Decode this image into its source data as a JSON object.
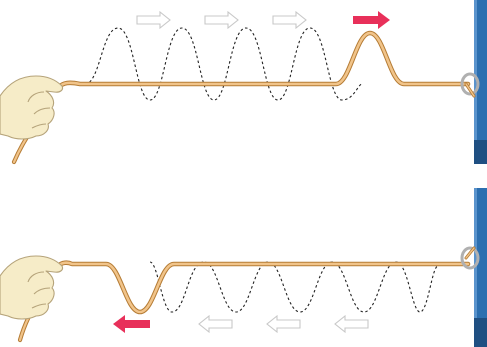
{
  "panels": [
    {
      "id": "incident",
      "pulse_direction": "right",
      "colors": {
        "rope": "#e8b26b",
        "rope_outline": "#b57c35",
        "active_arrow": "#e8305a",
        "ghost_arrow": "#c8c8c8",
        "wall": "#2c6fb0",
        "wall_edge": "#1f4f82",
        "hand": "#f6ecc8",
        "hand_outline": "#b5a37a",
        "ghost_wave": "#222222"
      }
    },
    {
      "id": "reflected",
      "pulse_direction": "left",
      "colors": {
        "rope": "#e8b26b",
        "rope_outline": "#b57c35",
        "active_arrow": "#e8305a",
        "ghost_arrow": "#c8c8c8",
        "wall": "#2c6fb0",
        "wall_edge": "#1f4f82",
        "hand": "#f6ecc8",
        "hand_outline": "#b5a37a",
        "ghost_wave": "#222222"
      }
    }
  ],
  "icons": {
    "hand": "hand-holding-rope-icon",
    "wall": "wall-icon",
    "ring": "wall-ring-icon",
    "arrow_active": "red-arrow-icon",
    "arrow_ghost": "outline-arrow-icon"
  }
}
